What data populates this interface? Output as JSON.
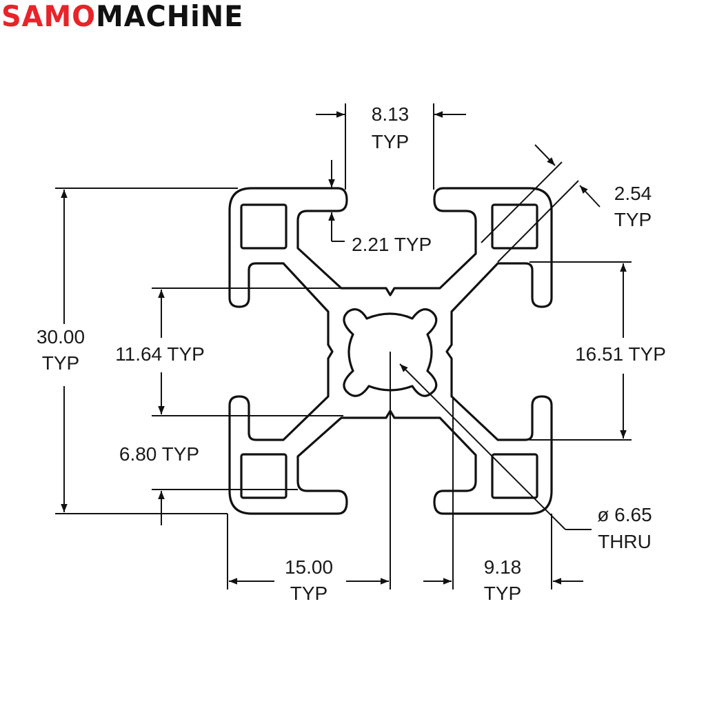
{
  "brand": {
    "part1": "SAMO",
    "part2": "MACHiNE"
  },
  "dimensions": {
    "slot_width": {
      "value": "8.13",
      "suffix": "TYP"
    },
    "wall": {
      "value": "2.54",
      "suffix": "TYP"
    },
    "lip": {
      "value": "2.21",
      "suffix": "TYP"
    },
    "height": {
      "value": "30.00",
      "suffix": "TYP"
    },
    "inner_gap": {
      "value": "11.64",
      "suffix": "TYP"
    },
    "slot_depth": {
      "value": "16.51",
      "suffix": "TYP"
    },
    "lip_offset": {
      "value": "6.80",
      "suffix": "TYP"
    },
    "bore": {
      "value": "ø 6.65",
      "suffix": "THRU"
    },
    "half_width": {
      "value": "15.00",
      "suffix": "TYP"
    },
    "corner": {
      "value": "9.18",
      "suffix": "TYP"
    }
  },
  "colors": {
    "brand_red": "#e8232a",
    "brand_black": "#111111",
    "line": "#111111"
  }
}
